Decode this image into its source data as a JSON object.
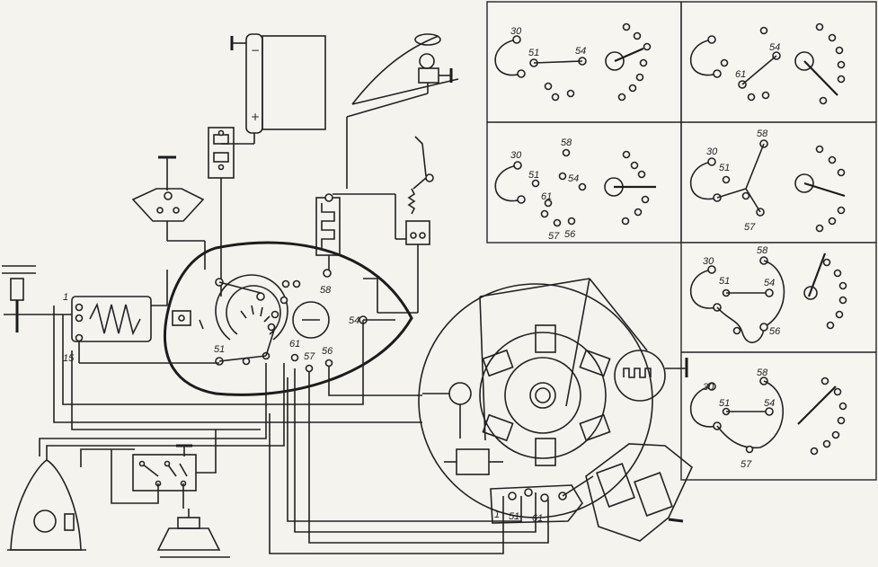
{
  "diagram": {
    "labels": {
      "t1": "1",
      "t15": "15",
      "t58": "58",
      "t51": "51",
      "t61": "61",
      "t57": "57",
      "t56": "56",
      "t54": "54",
      "gen1": "1",
      "gen51": "51",
      "gen61": "61",
      "plus": "+",
      "minus": "−"
    },
    "panels": [
      {
        "labels": [
          "30",
          "51",
          "54"
        ]
      },
      {
        "labels": [
          "61",
          "54"
        ]
      },
      {
        "labels": [
          "30",
          "58",
          "51",
          "54",
          "61",
          "57",
          "56"
        ]
      },
      {
        "labels": [
          "58",
          "30",
          "51",
          "57"
        ]
      },
      {
        "labels": [
          "58",
          "30",
          "51",
          "54",
          "56"
        ]
      },
      {
        "labels": [
          "58",
          "30",
          "51",
          "54",
          "57"
        ]
      }
    ]
  }
}
